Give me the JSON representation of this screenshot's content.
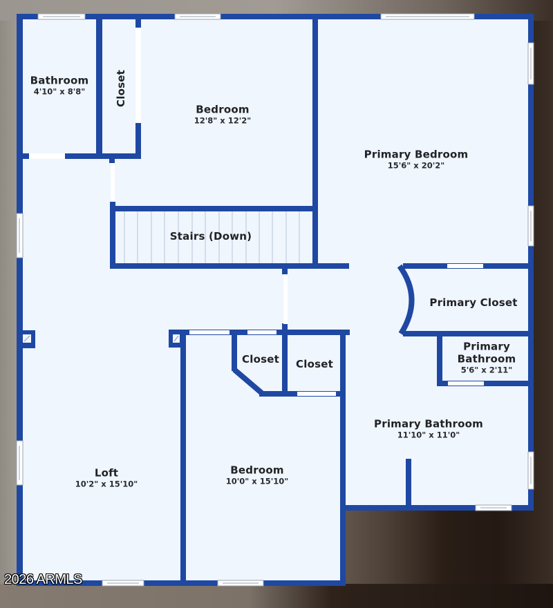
{
  "floorplan": {
    "wall_color": "#1f48a3",
    "floor_color": "#eff6fd",
    "rooms": {
      "bathroom": {
        "name": "Bathroom",
        "dims": "4'10\" x 8'8\""
      },
      "closet_top": {
        "name": "Closet"
      },
      "bedroom_top": {
        "name": "Bedroom",
        "dims": "12'8\" x 12'2\""
      },
      "primary_bedroom": {
        "name": "Primary Bedroom",
        "dims": "15'6\" x 20'2\""
      },
      "stairs": {
        "name": "Stairs (Down)"
      },
      "primary_closet": {
        "name": "Primary Closet"
      },
      "primary_bathroom_small": {
        "name_line1": "Primary",
        "name_line2": "Bathroom",
        "dims": "5'6\" x 2'11\""
      },
      "closet_mid_left": {
        "name": "Closet"
      },
      "closet_mid_right": {
        "name": "Closet"
      },
      "primary_bathroom": {
        "name": "Primary Bathroom",
        "dims": "11'10\" x 11'0\""
      },
      "loft": {
        "name": "Loft",
        "dims": "10'2\" x 15'10\""
      },
      "bedroom_bottom": {
        "name": "Bedroom",
        "dims": "10'0\" x 15'10\""
      }
    }
  },
  "watermark": "2026 ARMLS"
}
